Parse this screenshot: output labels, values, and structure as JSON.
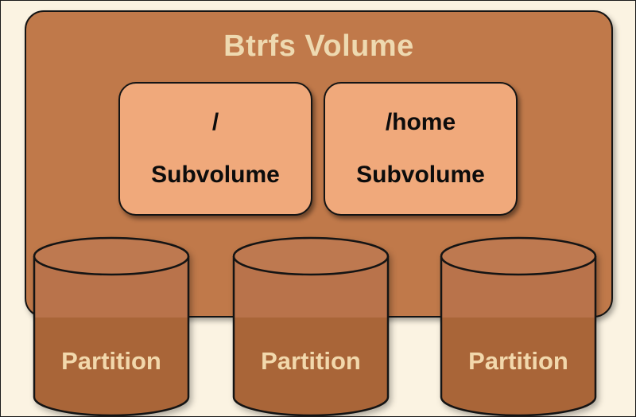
{
  "diagram": {
    "title": "Btrfs Volume",
    "subvolumes": [
      {
        "path": "/",
        "label": "Subvolume"
      },
      {
        "path": "/home",
        "label": "Subvolume"
      }
    ],
    "partitions": [
      {
        "label": "Partition"
      },
      {
        "label": "Partition"
      },
      {
        "label": "Partition"
      }
    ],
    "palette": {
      "background": "#FBF3E2",
      "volume_fill": "#C0794A",
      "subvolume_fill": "#F0A97B",
      "partition_top_fill": "#B9734B",
      "partition_bottom_fill": "#A96538",
      "title_text": "#EED9B0",
      "partition_text": "#F2D8AC",
      "outline": "#141414"
    }
  }
}
